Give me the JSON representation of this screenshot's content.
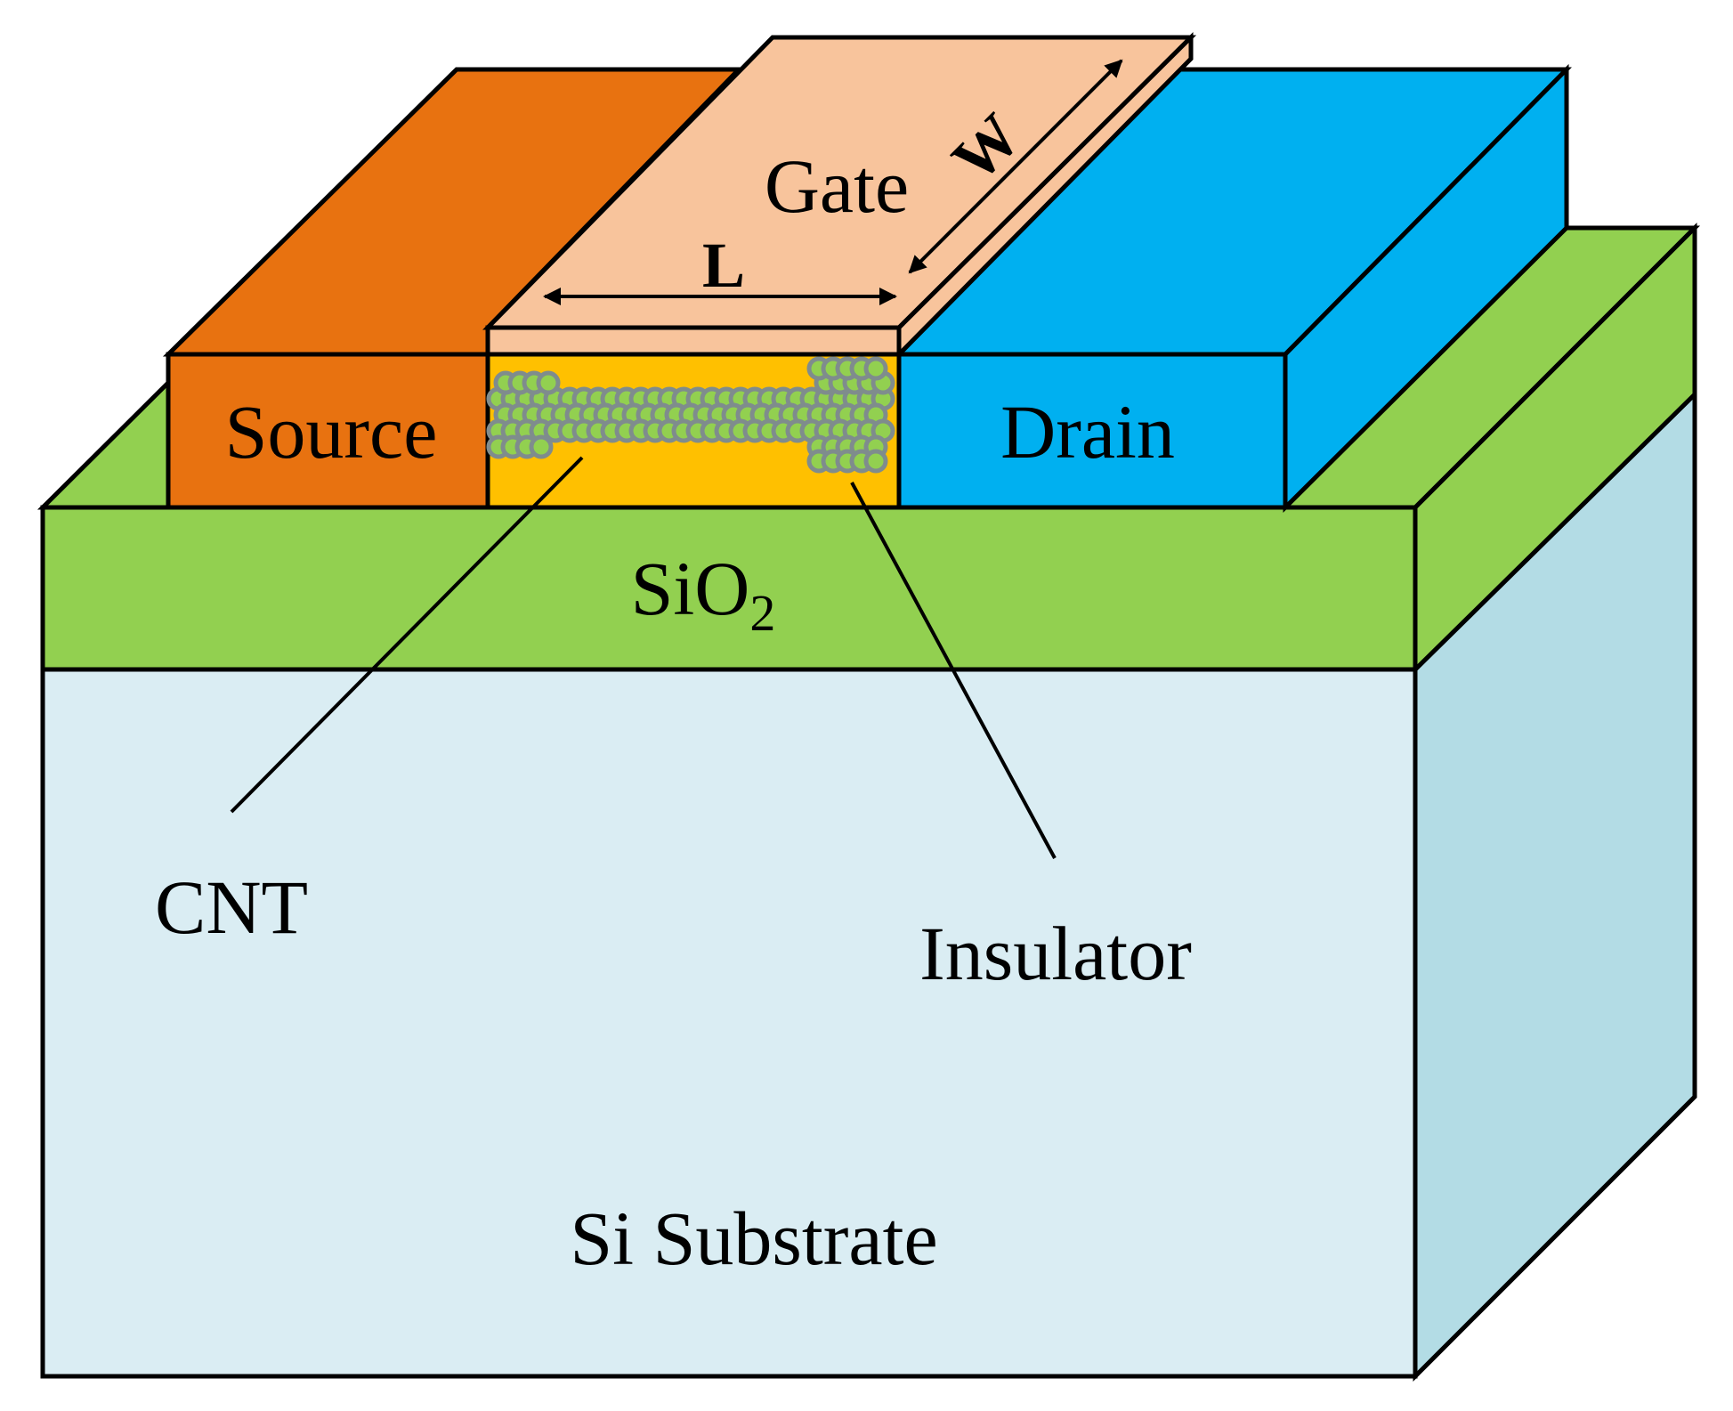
{
  "diagram": {
    "labels": {
      "gate": "Gate",
      "source": "Source",
      "drain": "Drain",
      "oxide_base": "SiO",
      "oxide_sub": "2",
      "substrate": "Si Substrate",
      "cnt": "CNT",
      "insulator": "Insulator",
      "length": "L",
      "width": "W"
    },
    "colors": {
      "substrate_front": "#DAEDF3",
      "substrate_side": "#B3DCE5",
      "oxide": "#92D050",
      "source": "#E87210",
      "gate": "#F8C49C",
      "drain": "#00B0F0",
      "insulator": "#FFC000",
      "cnt_tube": "#7F8C8D",
      "cnt_core": "#92D050"
    }
  }
}
